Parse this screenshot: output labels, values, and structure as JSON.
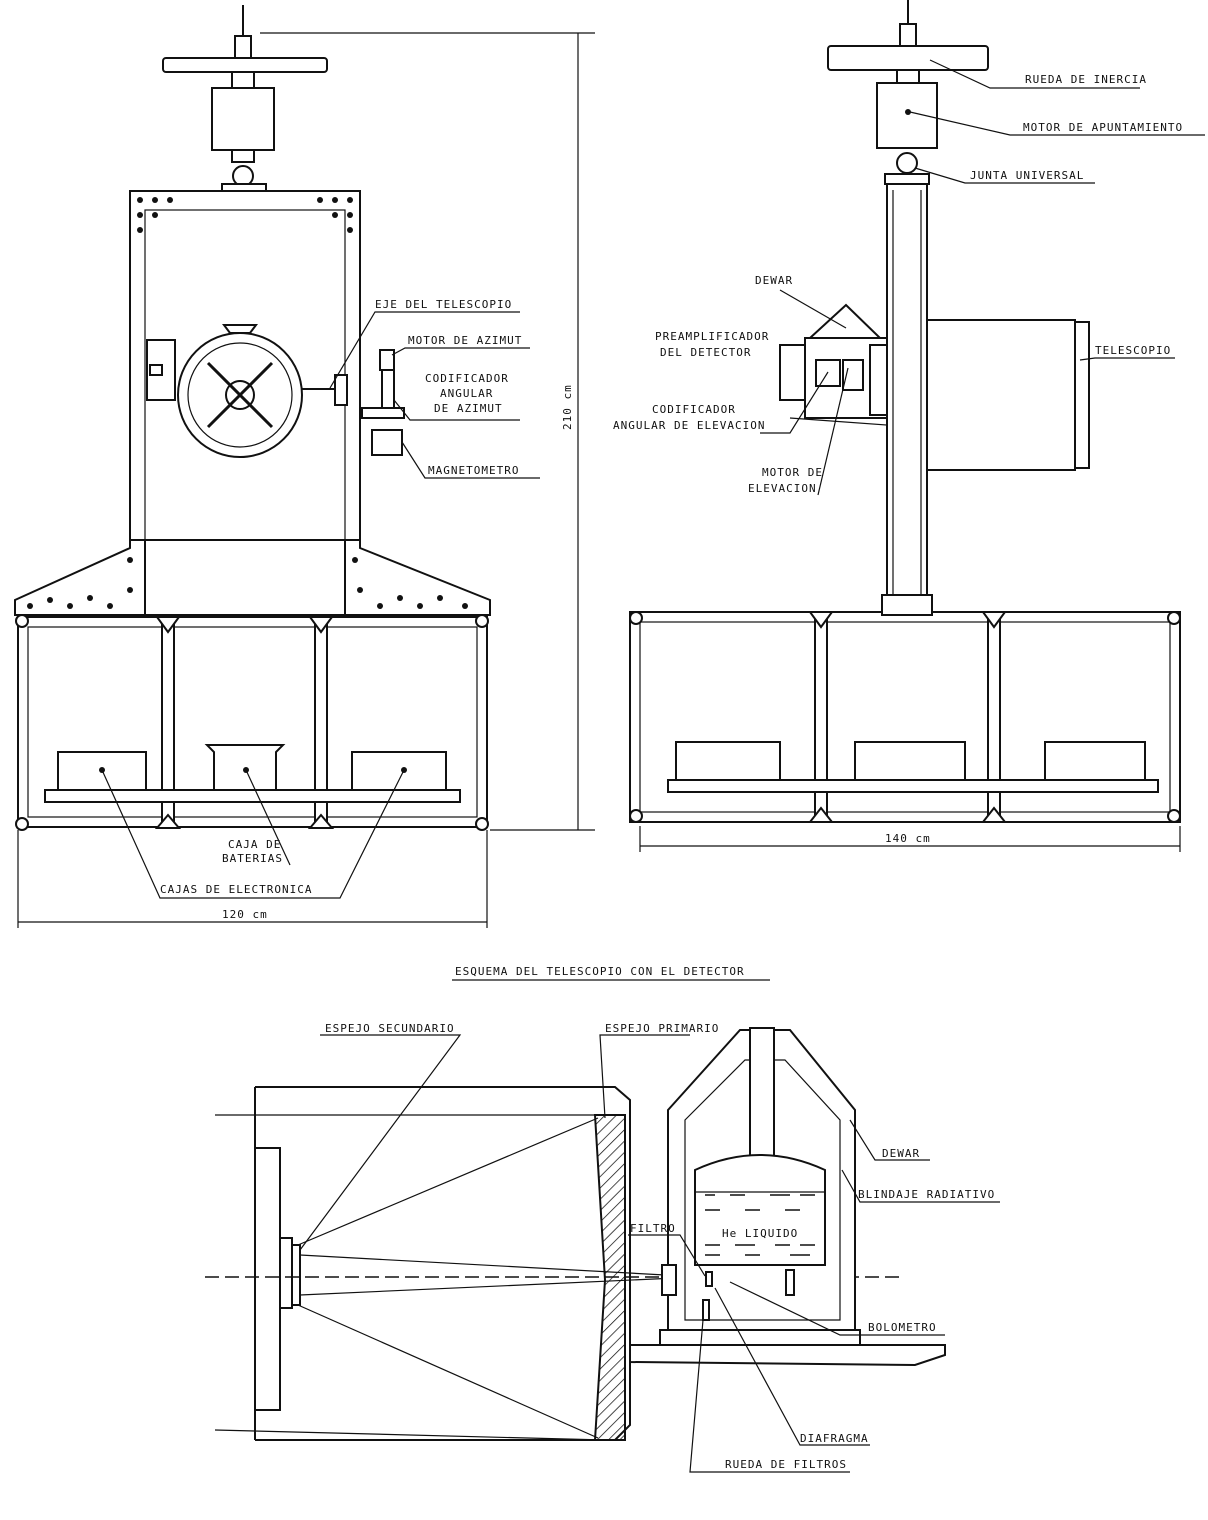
{
  "front_view": {
    "labels": {
      "eje": "EJE DEL TELESCOPIO",
      "motor_azimut": "MOTOR DE AZIMUT",
      "codificador_1": "CODIFICADOR",
      "codificador_2": "ANGULAR",
      "codificador_3": "DE AZIMUT",
      "magnetometro": "MAGNETOMETRO",
      "caja_1": "CAJA  DE",
      "caja_2": "BATERIAS",
      "cajas_electronica": "CAJAS DE ELECTRONICA"
    },
    "height_dim": "210 cm",
    "width_dim": "120 cm"
  },
  "side_view": {
    "labels": {
      "rueda": "RUEDA DE INERCIA",
      "motor_apuntamiento": "MOTOR DE APUNTAMIENTO",
      "junta": "JUNTA UNIVERSAL",
      "dewar": "DEWAR",
      "preamp_1": "PREAMPLIFICADOR",
      "preamp_2": "DEL DETECTOR",
      "telescopio": "TELESCOPIO",
      "codif_1": "CODIFICADOR",
      "codif_2": "ANGULAR DE ELEVACION",
      "motor_elev_1": "MOTOR  DE",
      "motor_elev_2": "ELEVACION"
    },
    "width_dim": "140 cm"
  },
  "schematic": {
    "title": "ESQUEMA  DEL TELESCOPIO CON EL DETECTOR",
    "labels": {
      "espejo_secundario": "ESPEJO SECUNDARIO",
      "espejo_primario": "ESPEJO PRIMARIO",
      "dewar": "DEWAR",
      "blindaje": "BLINDAJE RADIATIVO",
      "filtro": "FILTRO",
      "he_liquido": "He  LIQUIDO",
      "bolometro": "BOLOMETRO",
      "diafragma": "DIAFRAGMA",
      "rueda_filtros": "RUEDA DE FILTROS"
    }
  }
}
